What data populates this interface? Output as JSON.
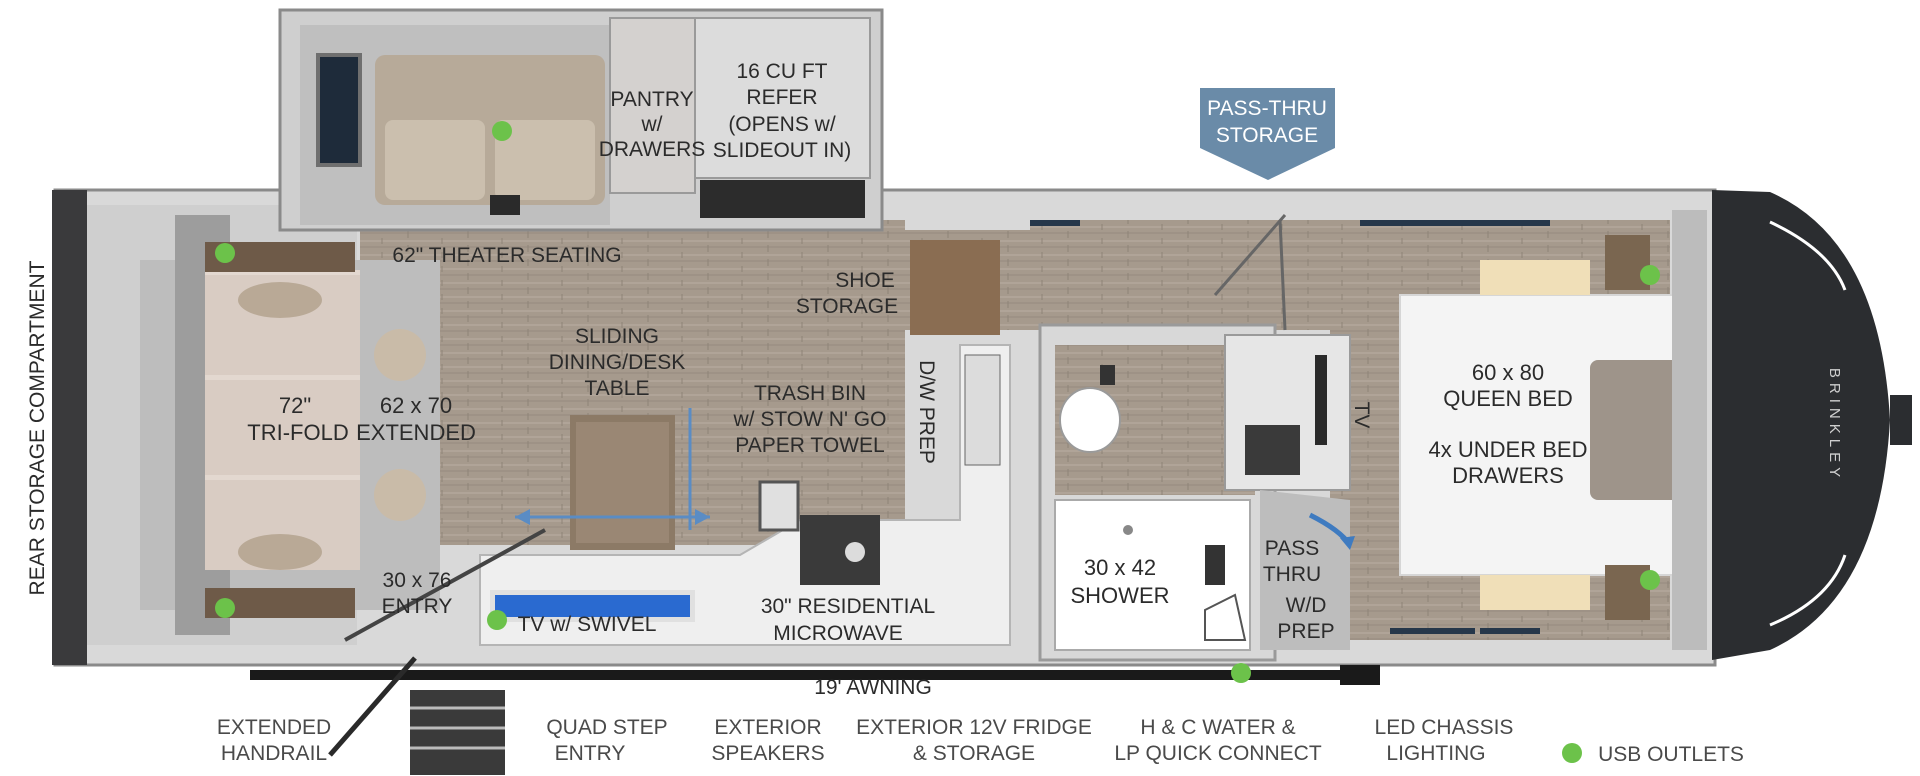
{
  "colors": {
    "usb_dot": "#6cc24a",
    "pass_thru_badge": "#6a8ba8",
    "floor": "#a79a8c",
    "wall": "#bcbcbc",
    "cap": "#2b2d30",
    "sofa": "#d6c8bf",
    "bed": "#f2f2f2"
  },
  "labels": {
    "pass_thru_storage_1": "PASS-THRU",
    "pass_thru_storage_2": "STORAGE",
    "rear_storage": "REAR STORAGE COMPARTMENT",
    "pantry_1": "PANTRY",
    "pantry_2": "w/",
    "pantry_3": "DRAWERS",
    "refer_1": "16 CU FT",
    "refer_2": "REFER",
    "refer_3": "(OPENS w/",
    "refer_4": "SLIDEOUT IN)",
    "theater": "62\" THEATER SEATING",
    "shoe_1": "SHOE",
    "shoe_2": "STORAGE",
    "sliding_1": "SLIDING",
    "sliding_2": "DINING/DESK",
    "sliding_3": "TABLE",
    "trash_1": "TRASH BIN",
    "trash_2": "w/ STOW N' GO",
    "trash_3": "PAPER TOWEL",
    "dw_prep": "D/W PREP",
    "trifold_1": "72\"",
    "trifold_2": "TRI-FOLD",
    "extended_1": "62 x 70",
    "extended_2": "EXTENDED",
    "entry_1": "30 x 76",
    "entry_2": "ENTRY",
    "tv_swivel": "TV w/ SWIVEL",
    "microwave_1": "30\" RESIDENTIAL",
    "microwave_2": "MICROWAVE",
    "shower_1": "30 x 42",
    "shower_2": "SHOWER",
    "tv": "TV",
    "pass_thru_1": "PASS",
    "pass_thru_2": "THRU",
    "wd_1": "W/D",
    "wd_2": "PREP",
    "bed_1": "60 x 80",
    "bed_2": "QUEEN BED",
    "drawers_1": "4x UNDER BED",
    "drawers_2": "DRAWERS",
    "brand": "BRINKLEY",
    "awning": "19' AWNING"
  },
  "exterior": {
    "handrail_1": "EXTENDED",
    "handrail_2": "HANDRAIL",
    "quad_1": "QUAD STEP",
    "quad_2": "ENTRY",
    "speakers_1": "EXTERIOR",
    "speakers_2": "SPEAKERS",
    "fridge_1": "EXTERIOR 12V FRIDGE",
    "fridge_2": "& STORAGE",
    "water_1": "H & C WATER &",
    "water_2": "LP QUICK CONNECT",
    "led_1": "LED CHASSIS",
    "led_2": "LIGHTING"
  },
  "legend": {
    "usb": "USB OUTLETS"
  }
}
